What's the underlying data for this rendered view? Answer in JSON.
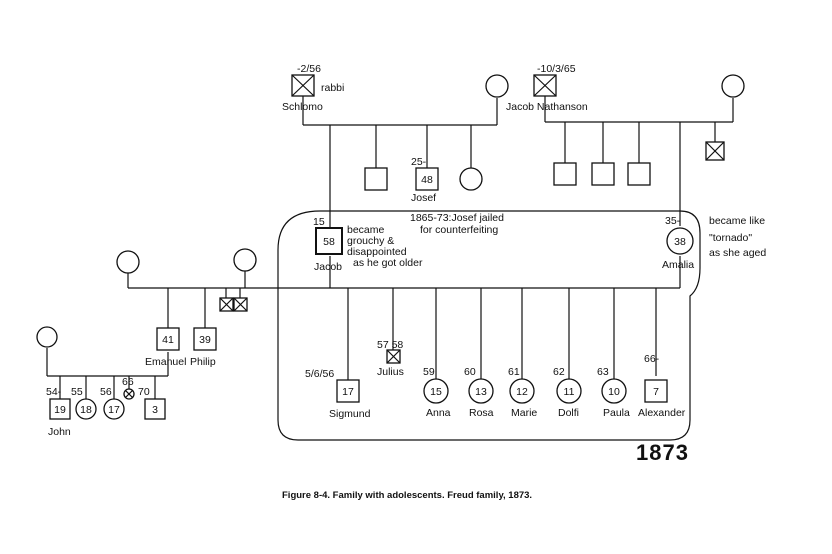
{
  "title_year": "1873",
  "caption": "Figure 8-4. Family with adolescents. Freud family, 1873.",
  "notes": {
    "josef_jailed_line1": "1865-73:Josef jailed",
    "josef_jailed_line2": "for counterfeiting",
    "jacob_l1": "became",
    "jacob_l2": "grouchy &",
    "jacob_l3": "disappointed",
    "jacob_l4": "as he got older",
    "amalia_l1": "became like",
    "amalia_l2": "\"tornado\"",
    "amalia_l3": "as she aged"
  },
  "people": {
    "schlomo": {
      "name": "Schlomo",
      "date": "-2/56",
      "role": "rabbi"
    },
    "nathanson": {
      "name": "Jacob Nathanson",
      "date": "-10/3/65"
    },
    "josef": {
      "name": "Josef",
      "age": "48",
      "birth": "25-"
    },
    "jacob": {
      "name": "Jacob",
      "age": "58",
      "birth": "15"
    },
    "amalia": {
      "name": "Amalia",
      "age": "38",
      "birth": "35-"
    },
    "emanuel": {
      "name": "Emanuel",
      "age": "41"
    },
    "philip": {
      "name": "Philip",
      "age": "39"
    },
    "john": {
      "name": "John",
      "age": "19",
      "birth": "54-"
    },
    "sib18": {
      "age": "18",
      "birth": "55"
    },
    "sib17": {
      "age": "17",
      "birth": "56"
    },
    "sib_dead": {
      "birth": "66"
    },
    "sib3": {
      "age": "3",
      "birth": "70"
    },
    "julius": {
      "name": "Julius",
      "birth": "57 58"
    },
    "sigmund": {
      "name": "Sigmund",
      "age": "17",
      "birth": "5/6/56"
    },
    "anna": {
      "name": "Anna",
      "age": "15",
      "birth": "59"
    },
    "rosa": {
      "name": "Rosa",
      "age": "13",
      "birth": "60"
    },
    "marie": {
      "name": "Marie",
      "age": "12",
      "birth": "61"
    },
    "dolfi": {
      "name": "Dolfi",
      "age": "11",
      "birth": "62"
    },
    "paula": {
      "name": "Paula",
      "age": "10",
      "birth": "63"
    },
    "alexander": {
      "name": "Alexander",
      "age": "7",
      "birth": "66-"
    }
  }
}
